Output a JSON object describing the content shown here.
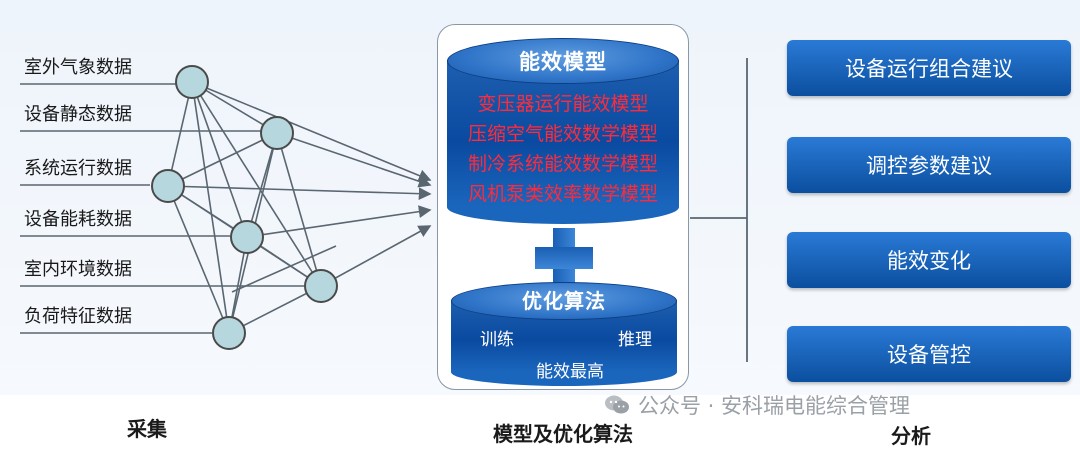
{
  "inputs": {
    "items": [
      "室外气象数据",
      "设备静态数据",
      "系统运行数据",
      "设备能耗数据",
      "室内环境数据",
      "负荷特征数据"
    ],
    "section_label": "采集"
  },
  "model": {
    "energy_model": {
      "title": "能效模型",
      "items": [
        "变压器运行能效模型",
        "压缩空气能效数学模型",
        "制冷系统能效数学模型",
        "风机泵类效率数学模型"
      ]
    },
    "algorithm": {
      "title": "优化算法",
      "train_label": "训练",
      "infer_label": "推理",
      "goal_label": "能效最高"
    },
    "section_label": "模型及优化算法"
  },
  "outputs": {
    "items": [
      "设备运行组合建议",
      "调控参数建议",
      "能效变化",
      "设备管控"
    ],
    "section_label": "分析"
  },
  "watermark": "公众号 · 安科瑞电能综合管理",
  "colors": {
    "node_fill": "#b6d7de",
    "model_item_text": "#ff2b3a",
    "cylinder_blue": "#0a4aa0",
    "output_box": "#0b4f9f"
  }
}
